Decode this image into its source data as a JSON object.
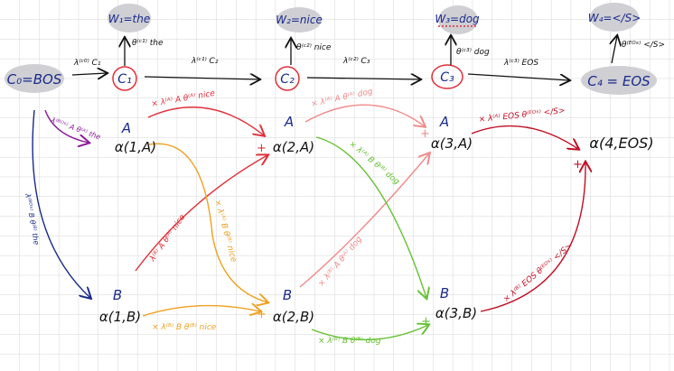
{
  "words": [
    "W₁=the",
    "W₂=nice",
    "W₃=dog",
    "W₄=</S>"
  ],
  "chain_nodes": [
    "C₀=BOS",
    "C₁",
    "C₂",
    "C₃",
    "C₄ = EOS"
  ],
  "emissions": [
    "θ⁽ᶜ¹⁾ the",
    "θ⁽ᶜ²⁾ nice",
    "θ⁽ᶜ³⁾ dog",
    "θ⁽ᴱᴼˢ⁾ </S>"
  ],
  "transitions": [
    "λ⁽ᶜ⁰⁾ C₁",
    "λ⁽ᶜ¹⁾ C₂",
    "λ⁽ᶜ²⁾ C₃",
    "λ⁽ᶜ³⁾ EOS"
  ],
  "states": {
    "a": "A",
    "b": "B"
  },
  "alpha": {
    "a1": "α(1,A)",
    "a2": "α(2,A)",
    "a3": "α(3,A)",
    "eos": "α(4,EOS)",
    "b1": "α(1,B)",
    "b2": "α(2,B)",
    "b3": "α(3,B)"
  },
  "edge_labels": {
    "bos_a": "λ⁽ᴮᴼˢ⁾ A θ⁽ᴬ⁾ the",
    "bos_b": "λ⁽ᴮᴼˢ⁾ B θ⁽ᴮ⁾ the",
    "a1_a2": "× λ⁽ᴬ⁾ A θ⁽ᴬ⁾ nice",
    "b1_a2": "λ⁽ᴮ⁾ A θ⁽ᴬ⁾ nice",
    "a1_b2": "× λ⁽ᴬ⁾ B θ⁽ᴮ⁾ nice",
    "b1_b2": "× λ⁽ᴮ⁾ B θ⁽ᴮ⁾ nice",
    "a2_a3": "× λ⁽ᴬ⁾ A θ⁽ᴬ⁾ dog",
    "b2_a3": "× λ⁽ᴮ⁾ A θ⁽ᴬ⁾ dog",
    "a2_b3": "× λ⁽ᴬ⁾ B θ⁽ᴮ⁾ dog",
    "b2_b3": "× λ⁽ᴮ⁾ B θ⁽ᴮ⁾ dog",
    "a3_eos": "× λ⁽ᴬ⁾ EOS θ⁽ᴱᴼˢ⁾ </S>",
    "b3_eos": "× λ⁽ᴮ⁾ EOS θ⁽ᴱᴼˢ⁾ </S>"
  },
  "plus": "+",
  "colors": {
    "red": "#e0303a",
    "orange": "#f0a020",
    "pink": "#f08a8a",
    "green": "#66c033",
    "darkred": "#c01025",
    "purple": "#8a1a9a",
    "navy": "#1a2a8a",
    "highlight": "#cfcfd4"
  }
}
